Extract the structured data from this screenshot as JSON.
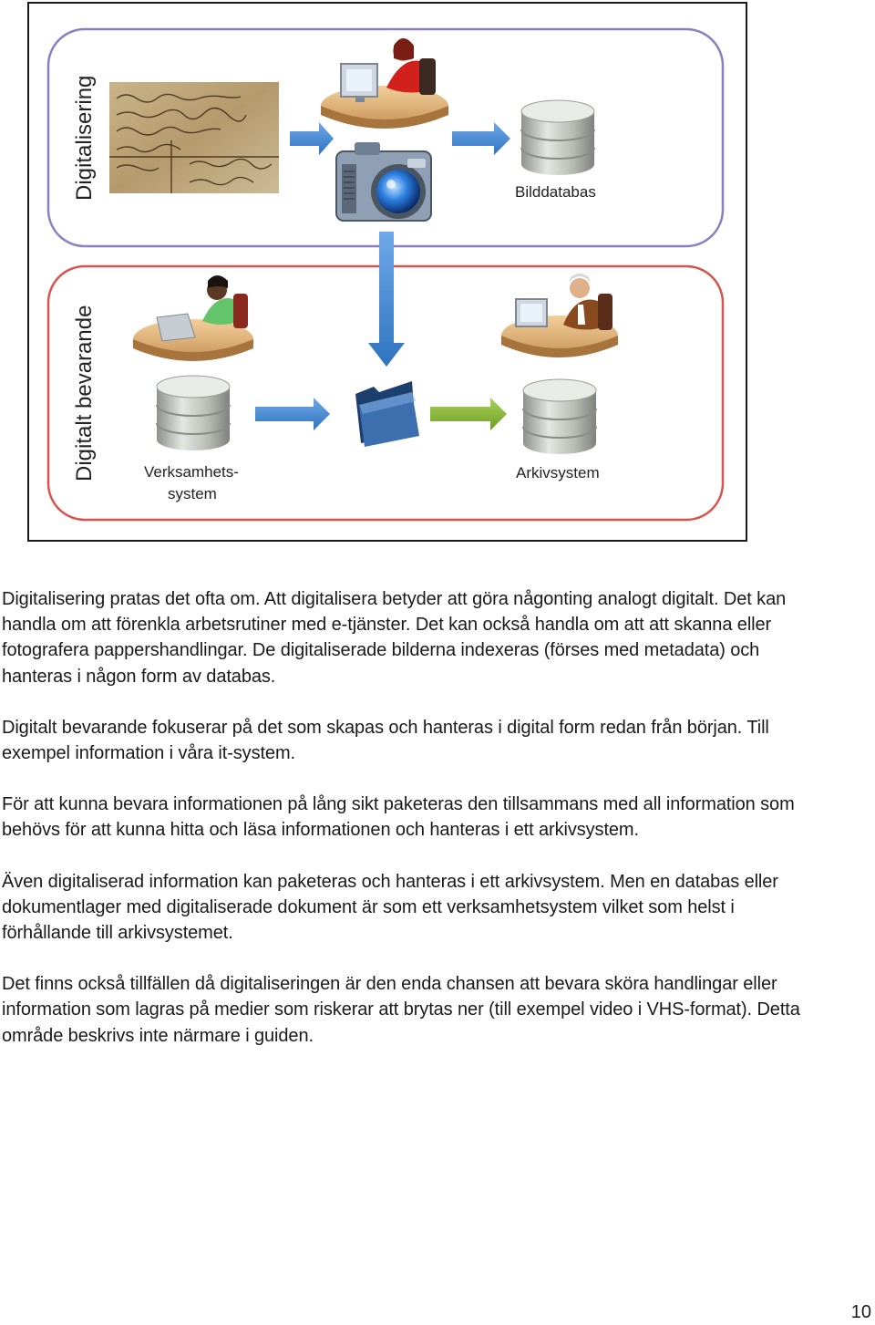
{
  "figure": {
    "sections": {
      "digitalisering": "Digitalisering",
      "digitalt_bevarande": "Digitalt bevarande"
    },
    "labels": {
      "bilddatabas": "Bilddatabas",
      "verksamhetssystem_line1": "Verksamhets-",
      "verksamhetssystem_line2": "system",
      "arkivsystem": "Arkivsystem"
    },
    "colors": {
      "top_section_border": "#8a7fc4",
      "bottom_section_border": "#d9534f",
      "blue_arrow": "#4a8fd6",
      "green_arrow": "#8fbf3c",
      "database": "#b8bbb5"
    }
  },
  "paragraphs": [
    "Digitalisering pratas det ofta om. Att digitalisera betyder att göra någonting analogt digitalt. Det kan handla om att förenkla arbetsrutiner med e-tjänster. Det kan också handla om att att skanna eller fotografera pappershandlingar. De digitaliserade bilderna indexeras (förses med metadata) och hanteras i någon form av databas.",
    "Digitalt bevarande fokuserar på det som skapas och hanteras i digital form redan från början. Till exempel information i våra it-system.",
    "För att kunna bevara informationen på lång sikt paketeras den tillsammans med all information som behövs för att kunna hitta och läsa informationen och hanteras i ett arkivsystem.",
    "Även digitaliserad information kan paketeras och hanteras i ett arkivsystem. Men en databas eller dokumentlager med digitaliserade dokument är som ett verksamhetsystem vilket som helst i förhållande till arkivsystemet.",
    "Det finns också tillfällen då digitaliseringen är den enda chansen att bevara sköra handlingar eller information som lagras på medier som riskerar att brytas ner (till exempel video i VHS-format). Detta område beskrivs inte närmare i guiden."
  ],
  "page_number": "10"
}
